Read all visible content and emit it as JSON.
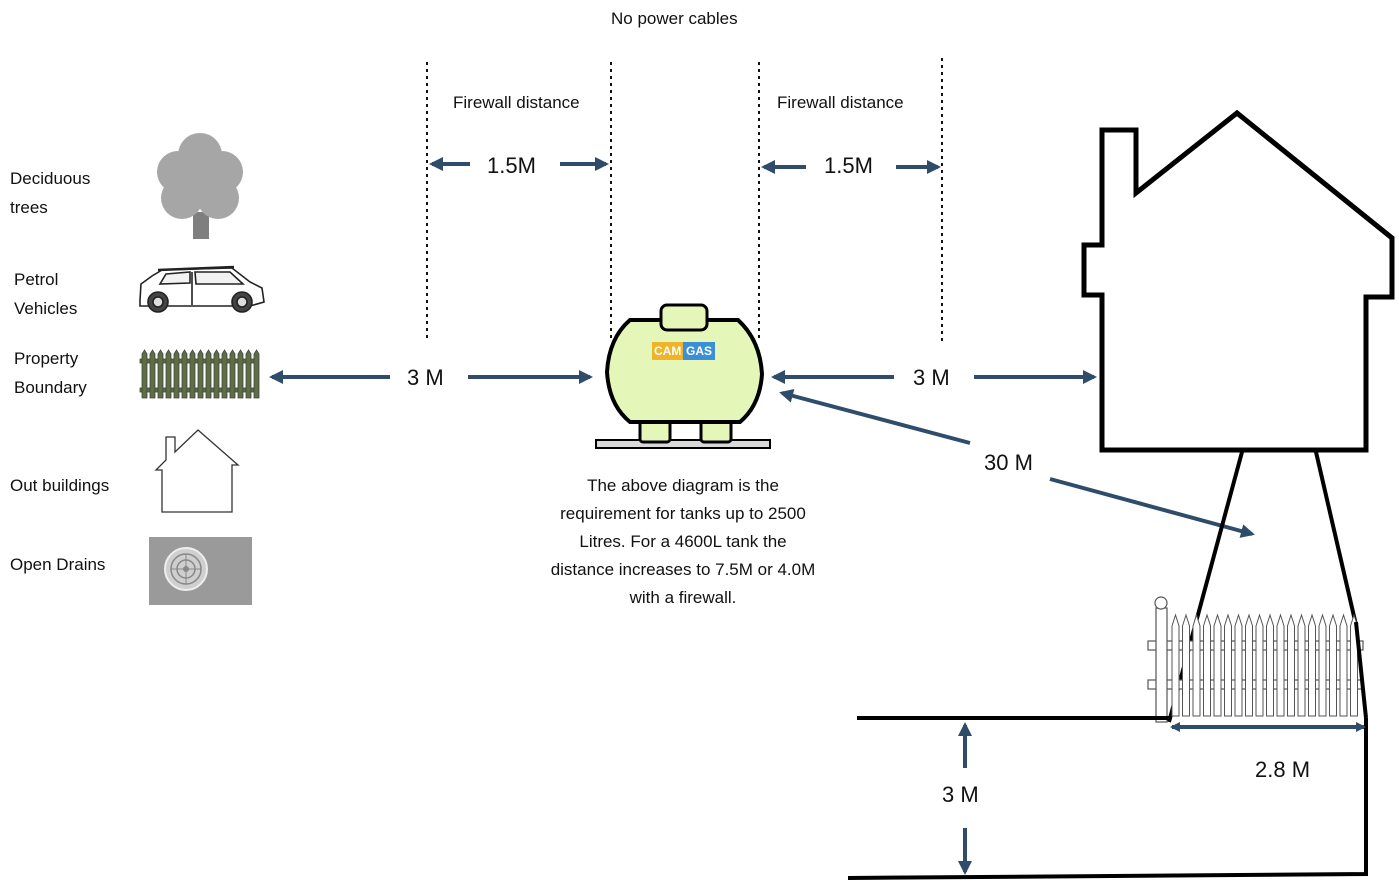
{
  "header": {
    "no_power_cables": "No power cables"
  },
  "firewall": {
    "left_label": "Firewall distance",
    "right_label": "Firewall distance",
    "left_distance": "1.5M",
    "right_distance": "1.5M"
  },
  "legend": {
    "items": [
      {
        "label": "Deciduous trees",
        "icon": "tree-icon"
      },
      {
        "label": "Petrol Vehicles",
        "icon": "car-icon"
      },
      {
        "label": "Property Boundary",
        "icon": "fence-icon"
      },
      {
        "label": "Out buildings",
        "icon": "outbuilding-icon"
      },
      {
        "label": "Open Drains",
        "icon": "drain-icon"
      }
    ]
  },
  "tank": {
    "brand_left": "CAM",
    "brand_right": "GAS",
    "brand_left_color": "#f0b429",
    "brand_right_color": "#3a8fd6",
    "body_color": "#e4f7b8"
  },
  "distances": {
    "left": "3 M",
    "right": "3 M",
    "diagonal": "30 M",
    "vertical": "3 M",
    "fence": "2.8 M"
  },
  "note": "The above diagram is the requirement for tanks up to 2500 Litres.  For a 4600L tank the distance increases to 7.5M or 4.0M with a firewall.",
  "colors": {
    "arrow": "#2f4d6b",
    "outline": "#000000"
  }
}
